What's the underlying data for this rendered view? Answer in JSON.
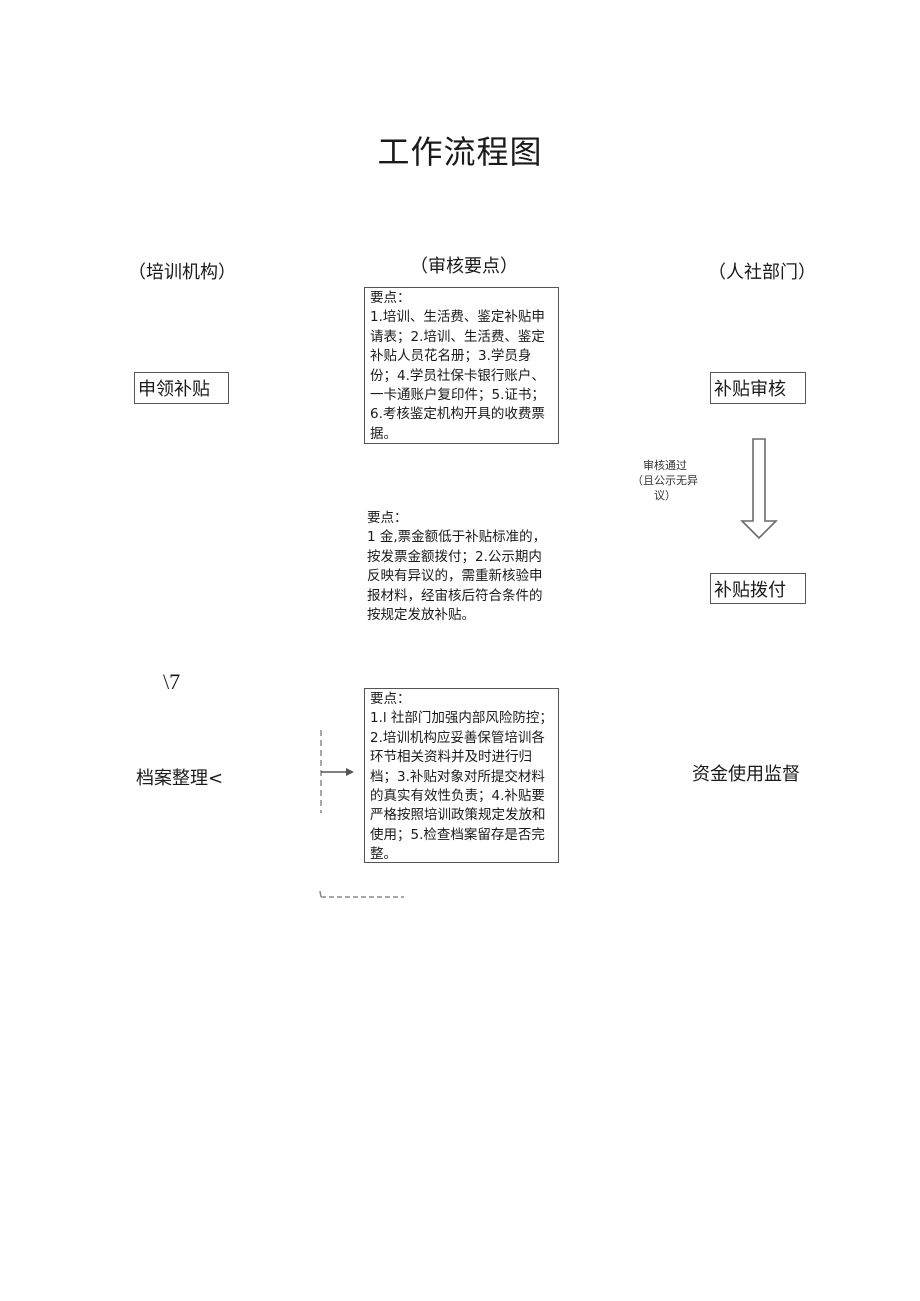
{
  "title": "工作流程图",
  "columns": {
    "left": "（培训机构）",
    "center": "（审核要点）",
    "right": "（人社部门）"
  },
  "nodes": {
    "apply_subsidy": "申领补贴",
    "subsidy_review": "补贴审核",
    "subsidy_payment": "补贴拨付",
    "archive": "档案整理<",
    "fund_supervision": "资金使用监督",
    "stray_glyph": "\\7"
  },
  "review_pass_label": [
    "审核通过",
    "（且公示无异",
    "议）"
  ],
  "notes": {
    "note1": [
      "要点：",
      "1.培训、生活费、鉴定补贴申",
      "请表；2.培训、生活费、鉴定",
      "补贴人员花名册；3.学员身",
      "份；4.学员社保卡银行账户、",
      "一卡通账户复印件；5.证书；",
      "6.考核鉴定机构开具的收费票",
      "据。"
    ],
    "note2": [
      "要点：",
      "1 金,票金额低于补贴标准的，",
      "按发票金额拨付；2.公示期内",
      "反映有异议的，需重新核验申",
      "报材料，经宙核后符合条件的",
      "按规定发放补贴。"
    ],
    "note3": [
      "要点：",
      "1.l 社部门加强内部风险防控；",
      "2.培训机构应妥善保管培训各",
      "环节相关资料并及时进行归",
      "档；3.补贴对象对所提交材料",
      "的真实有效性负责；4.补贴要",
      "严格按照培训政策规定发放和",
      "使用；5.检查档案留存是否完",
      "整。"
    ]
  }
}
